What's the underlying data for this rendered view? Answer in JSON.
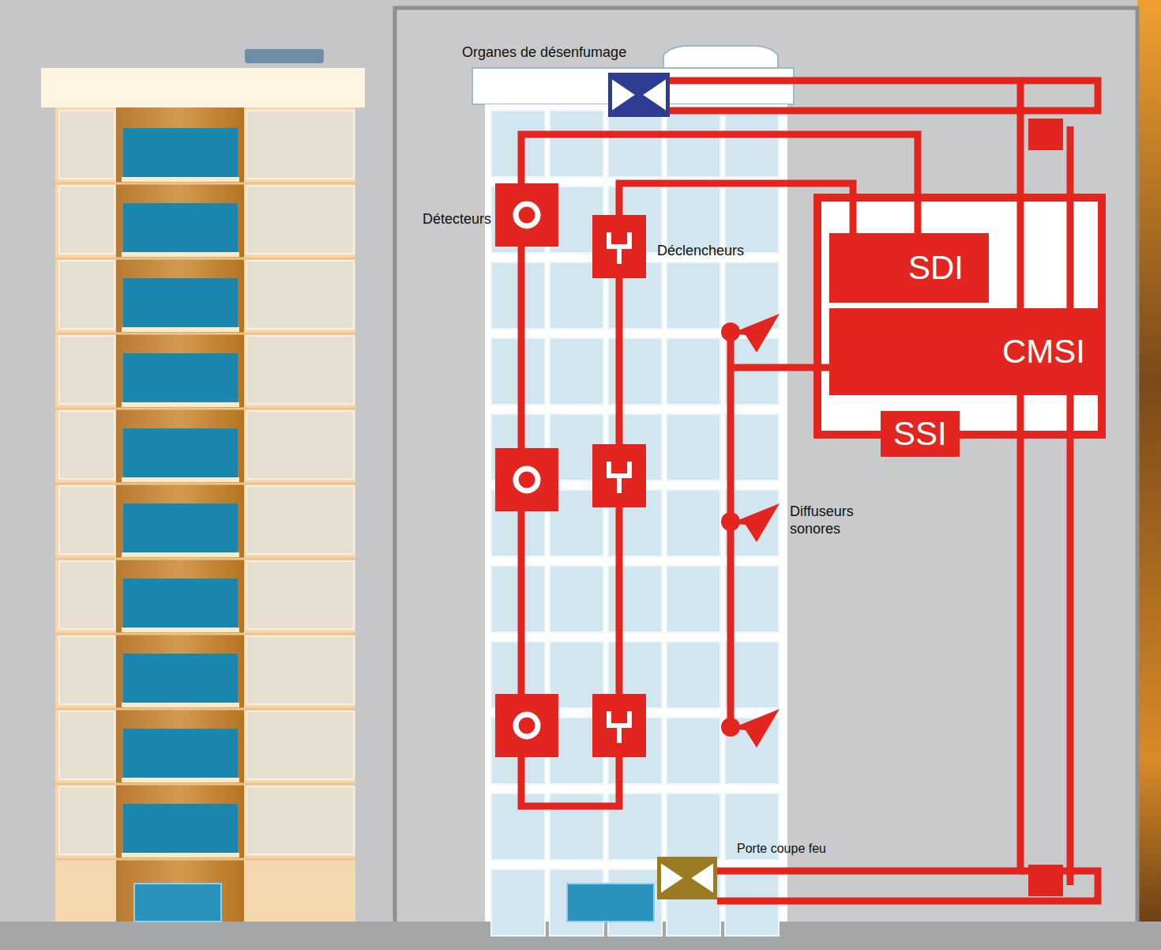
{
  "diagram": {
    "nodes": [
      {
        "text": [
          "Organes de désenfumage"
        ]
      },
      {
        "text": [
          "SSI"
        ]
      },
      {
        "text": [
          "SDI"
        ],
        "in": 1
      },
      {
        "text": [
          "CMSI"
        ],
        "in": 1
      },
      {
        "text": [
          "Porte coupe feu"
        ]
      }
    ],
    "edges": [
      {
        "from": 3,
        "to": 0,
        "arrow": "none"
      },
      {
        "from": 3,
        "to": 4,
        "arrow": "none"
      }
    ],
    "labels": [
      "Détecteurs",
      "Déclencheurs",
      "Diffuseurs sonores"
    ]
  }
}
